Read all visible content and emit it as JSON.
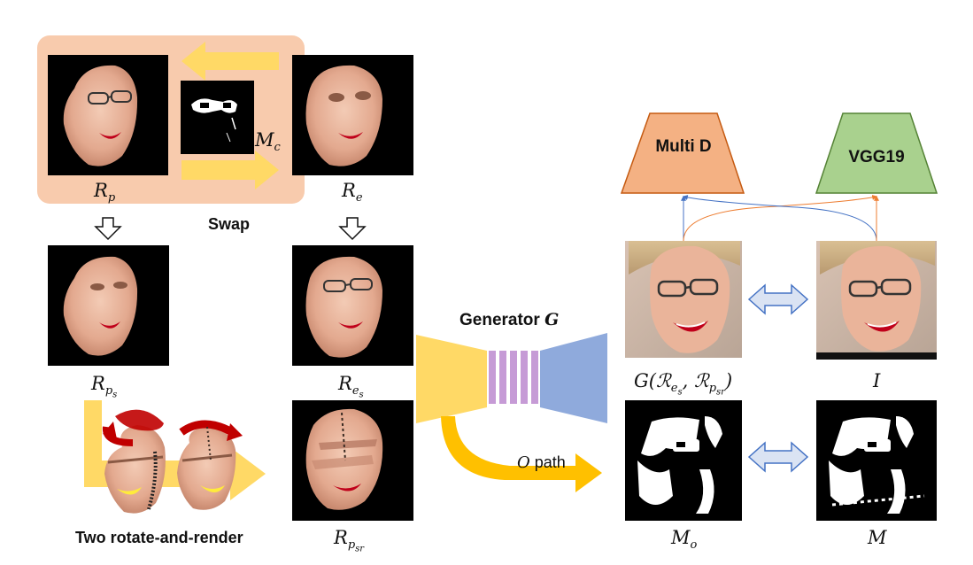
{
  "labels": {
    "r_p": "R",
    "r_p_sub": "p",
    "r_e": "R",
    "r_e_sub": "e",
    "m_c": "M",
    "m_c_sub": "c",
    "swap": "Swap",
    "r_ps": "R",
    "r_ps_sub": "p",
    "r_ps_subsub": "s",
    "r_es": "R",
    "r_es_sub": "e",
    "r_es_subsub": "s",
    "r_psr": "R",
    "r_psr_sub": "p",
    "r_psr_subsub": "sr",
    "two_rotate": "Two rotate-and-render",
    "generator": "Generator",
    "generator_sym": "G",
    "o_path_sym": "O",
    "o_path_text": "path",
    "g_output": "G",
    "i_label": "I",
    "m_o": "M",
    "m_o_sub": "o",
    "m_label": "M",
    "multi_d": "Multi D",
    "vgg19": "VGG19"
  },
  "colors": {
    "swap_panel": "#f8cbad",
    "arrow_yellow": "#ffd966",
    "generator_encoder": "#ffd966",
    "generator_decoder": "#8faadc",
    "generator_bottleneck": "#c69bd6",
    "o_path_arrow": "#ffc000",
    "multi_d": "#f4b183",
    "vgg19": "#a9d18e",
    "double_arrow": "#dae3f3"
  }
}
